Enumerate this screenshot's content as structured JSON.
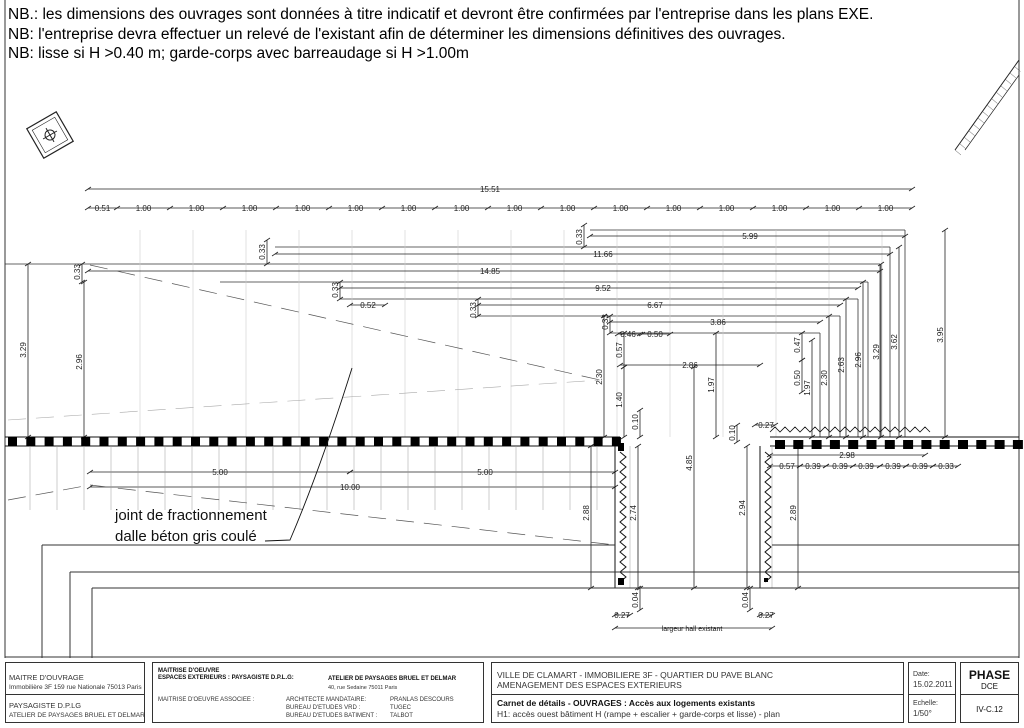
{
  "notes": [
    "NB.: les dimensions des ouvrages sont données à titre indicatif et devront être confirmées par l'entreprise dans les plans EXE.",
    "NB: l'entreprise devra effectuer un relevé de l'existant afin de déterminer les dimensions définitives des ouvrages.",
    "NB: lisse si H >0.40 m; garde-corps avec barreaudage si H >1.00m"
  ],
  "drawing": {
    "annotation_line1": "joint de fractionnement",
    "annotation_line2": "dalle béton gris coulé",
    "hall_label": "largeur hall existant",
    "top_total": "15.51",
    "top_row": [
      "0.51",
      "1.00",
      "1.00",
      "1.00",
      "1.00",
      "1.00",
      "1.00",
      "1.00",
      "1.00",
      "1.00",
      "1.00",
      "1.00",
      "1.00",
      "1.00",
      "1.00",
      "1.00"
    ],
    "horizontal_dims": [
      "5.99",
      "11.66",
      "14.85",
      "9.52",
      "0.52",
      "6.67",
      "3.86",
      "0.46",
      "0.50",
      "2.86",
      "0.27",
      "2.98",
      "0.57",
      "0.39",
      "0.39",
      "0.39",
      "0.39",
      "0.39",
      "0.33",
      "5.00",
      "5.00",
      "10.00",
      "0.27",
      "0.27"
    ],
    "vertical_dims": [
      "3.29",
      "2.96",
      "0.33",
      "0.33",
      "0.33",
      "0.33",
      "0.33",
      "0.33",
      "0.57",
      "2.30",
      "1.40",
      "0.10",
      "4.85",
      "1.97",
      "0.47",
      "0.50",
      "1.97",
      "2.30",
      "2.63",
      "2.96",
      "3.29",
      "3.62",
      "3.95",
      "0.10",
      "2.88",
      "2.74",
      "2.94",
      "2.89",
      "0.04",
      "0.04"
    ]
  },
  "title_block": {
    "owner_label": "MAITRE D'OUVRAGE",
    "owner_value": "Immobilière 3F 159 rue Nationale 75013 Paris",
    "landscape_label": "PAYSAGISTE D.P.LG",
    "landscape_value": "ATELIER DE PAYSAGES BRUEL ET DELMAR",
    "moe_label": "MAITRISE D'OEUVRE",
    "moe_ext_label": "ESPACES EXTERIEURS : PAYSAGISTE D.P.L.G:",
    "moe_ext_value": "ATELIER DE PAYSAGES BRUEL ET DELMAR",
    "moe_ext_address": "40, rue Sedaine 75011 Paris",
    "moe_assoc_label": "MAITRISE D'OEUVRE ASSOCIEE :",
    "roles": [
      {
        "role": "ARCHITECTE MANDATAIRE:",
        "name": "PRANLAS DESCOURS"
      },
      {
        "role": "BUREAU D'ETUDES VRD :",
        "name": "TUGEC"
      },
      {
        "role": "BUREAU D'ETUDES BATIMENT :",
        "name": "TALBOT"
      }
    ],
    "project_line1": "VILLE DE CLAMART - IMMOBILIERE 3F - QUARTIER DU PAVE BLANC",
    "project_line2": "AMENAGEMENT DES ESPACES EXTERIEURS",
    "sheet_title": "Carnet de détails - OUVRAGES : Accès aux logements existants",
    "sheet_subtitle": "H1: accès ouest bâtiment H (rampe + escalier + garde-corps et lisse) - plan",
    "date_label": "Date:",
    "date_value": "15.02.2011",
    "scale_label": "Echelle:",
    "scale_value": "1/50°",
    "phase_label": "PHASE",
    "phase_value": "DCE",
    "sheet_number": "IV-C.12"
  }
}
